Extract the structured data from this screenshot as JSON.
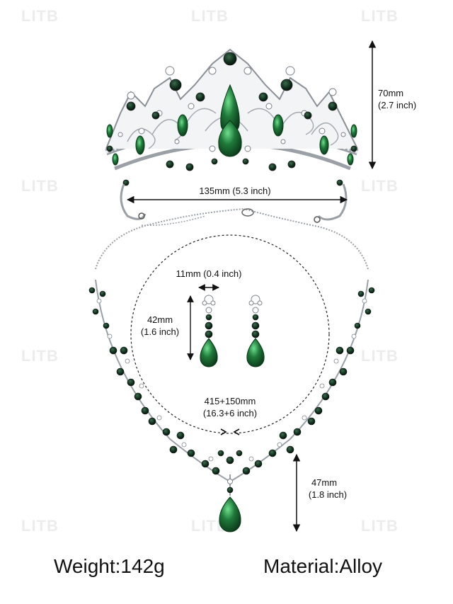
{
  "watermark": "LITB",
  "crown": {
    "width_label": "135mm (5.3 inch)",
    "height_label": "70mm",
    "height_label_inch": "(2.7 inch)"
  },
  "earrings": {
    "width_label": "11mm (0.4 inch)",
    "height_label": "42mm",
    "height_label_inch": "(1.6 inch)"
  },
  "necklace": {
    "length_label": "415+150mm",
    "length_label_inch": "(16.3+6 inch)",
    "pendant_label": "47mm",
    "pendant_label_inch": "(1.8 inch)"
  },
  "specs": {
    "weight": "Weight:142g",
    "material": "Material:Alloy"
  },
  "colors": {
    "emerald": "#1f7a3a",
    "dark_gem": "#0f2f1c",
    "silver": "#b8bcc2",
    "outline": "#444444"
  }
}
